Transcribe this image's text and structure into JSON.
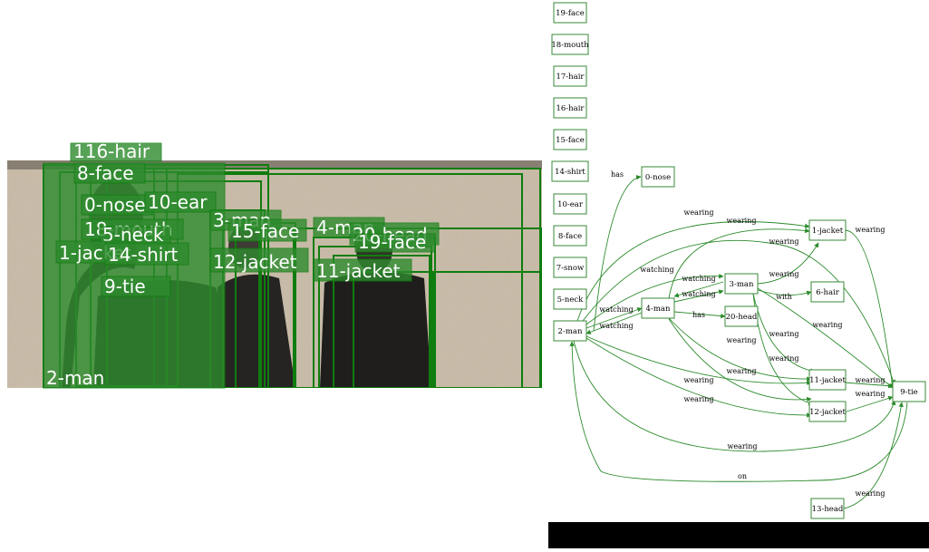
{
  "colors": {
    "box_stroke": "#0f7d0f",
    "label_bg": "#2e8b2e",
    "edge": "#2b8a2b",
    "node_border": "#3a8a3a",
    "bottom_bar": "#000000"
  },
  "detections": [
    {
      "label": "116-hair"
    },
    {
      "label": "2-man"
    },
    {
      "label": "8-face"
    },
    {
      "label": "0-nose"
    },
    {
      "label": "10-ear"
    },
    {
      "label": "3-man"
    },
    {
      "label": "18-mouth"
    },
    {
      "label": "5-neck"
    },
    {
      "label": "15-face"
    },
    {
      "label": "4-man"
    },
    {
      "label": "20-head"
    },
    {
      "label": "19-face"
    },
    {
      "label": "1-jacket"
    },
    {
      "label": "14-shirt"
    },
    {
      "label": "12-jacket"
    },
    {
      "label": "11-jacket"
    },
    {
      "label": "9-tie"
    }
  ],
  "graph": {
    "nodes": [
      {
        "id": "19-face"
      },
      {
        "id": "18-mouth"
      },
      {
        "id": "17-hair"
      },
      {
        "id": "16-hair"
      },
      {
        "id": "15-face"
      },
      {
        "id": "14-shirt"
      },
      {
        "id": "10-ear"
      },
      {
        "id": "8-face"
      },
      {
        "id": "7-snow"
      },
      {
        "id": "5-neck"
      },
      {
        "id": "2-man"
      },
      {
        "id": "0-nose"
      },
      {
        "id": "4-man"
      },
      {
        "id": "3-man"
      },
      {
        "id": "20-head"
      },
      {
        "id": "6-hair"
      },
      {
        "id": "1-jacket"
      },
      {
        "id": "11-jacket"
      },
      {
        "id": "12-jacket"
      },
      {
        "id": "9-tie"
      },
      {
        "id": "13-head"
      }
    ],
    "edges": [
      {
        "from": "2-man",
        "to": "0-nose",
        "label": "has"
      },
      {
        "from": "2-man",
        "to": "1-jacket",
        "label": "wearing"
      },
      {
        "from": "4-man",
        "to": "1-jacket",
        "label": "wearing"
      },
      {
        "from": "1-jacket",
        "to": "9-tie",
        "label": "wearing"
      },
      {
        "from": "2-man",
        "to": "9-tie",
        "label": "wearing"
      },
      {
        "from": "2-man",
        "to": "3-man",
        "label": "watching"
      },
      {
        "from": "3-man",
        "to": "4-man",
        "label": "watching"
      },
      {
        "from": "4-man",
        "to": "3-man",
        "label": "watching"
      },
      {
        "from": "3-man",
        "to": "1-jacket",
        "label": "wearing"
      },
      {
        "from": "3-man",
        "to": "6-hair",
        "label": "with"
      },
      {
        "from": "2-man",
        "to": "4-man",
        "label": "watching"
      },
      {
        "from": "4-man",
        "to": "2-man",
        "label": "watching"
      },
      {
        "from": "4-man",
        "to": "20-head",
        "label": "has"
      },
      {
        "from": "3-man",
        "to": "9-tie",
        "label": "wearing"
      },
      {
        "from": "4-man",
        "to": "11-jacket",
        "label": "wearing"
      },
      {
        "from": "3-man",
        "to": "11-jacket",
        "label": "wearing"
      },
      {
        "from": "4-man",
        "to": "12-jacket",
        "label": "wearing"
      },
      {
        "from": "3-man",
        "to": "12-jacket",
        "label": "wearing"
      },
      {
        "from": "2-man",
        "to": "11-jacket",
        "label": "wearing"
      },
      {
        "from": "2-man",
        "to": "12-jacket",
        "label": "wearing"
      },
      {
        "from": "11-jacket",
        "to": "9-tie",
        "label": "wearing"
      },
      {
        "from": "12-jacket",
        "to": "9-tie",
        "label": "wearing"
      },
      {
        "from": "2-man",
        "to": "9-tie",
        "label": "wearing"
      },
      {
        "from": "9-tie",
        "to": "2-man",
        "label": "on"
      },
      {
        "from": "13-head",
        "to": "9-tie",
        "label": "wearing"
      }
    ]
  }
}
